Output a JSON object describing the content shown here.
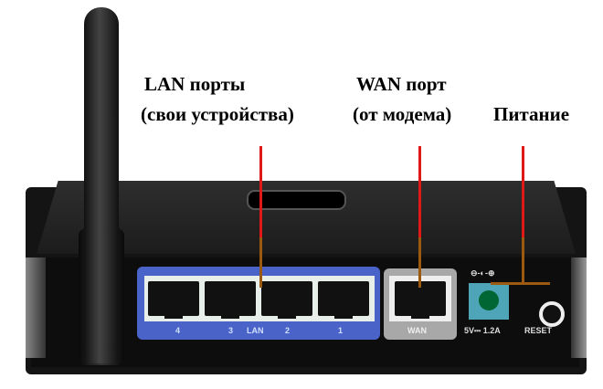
{
  "labels": {
    "lan_title": "LAN порты",
    "lan_sub": "(свои устройства)",
    "wan_title": "WAN порт",
    "wan_sub": "(от модема)",
    "power": "Питание"
  },
  "device": {
    "lan_ports": [
      "4",
      "3",
      "2",
      "1"
    ],
    "lan_label": "LAN",
    "wan_label": "WAN",
    "power_rating": "5V⎓ 1.2A",
    "reset_label": "RESET",
    "polarity": "⊖-◐-⊕"
  },
  "colors": {
    "pointer": "#e01818",
    "lan_panel": "#4a63c8"
  }
}
